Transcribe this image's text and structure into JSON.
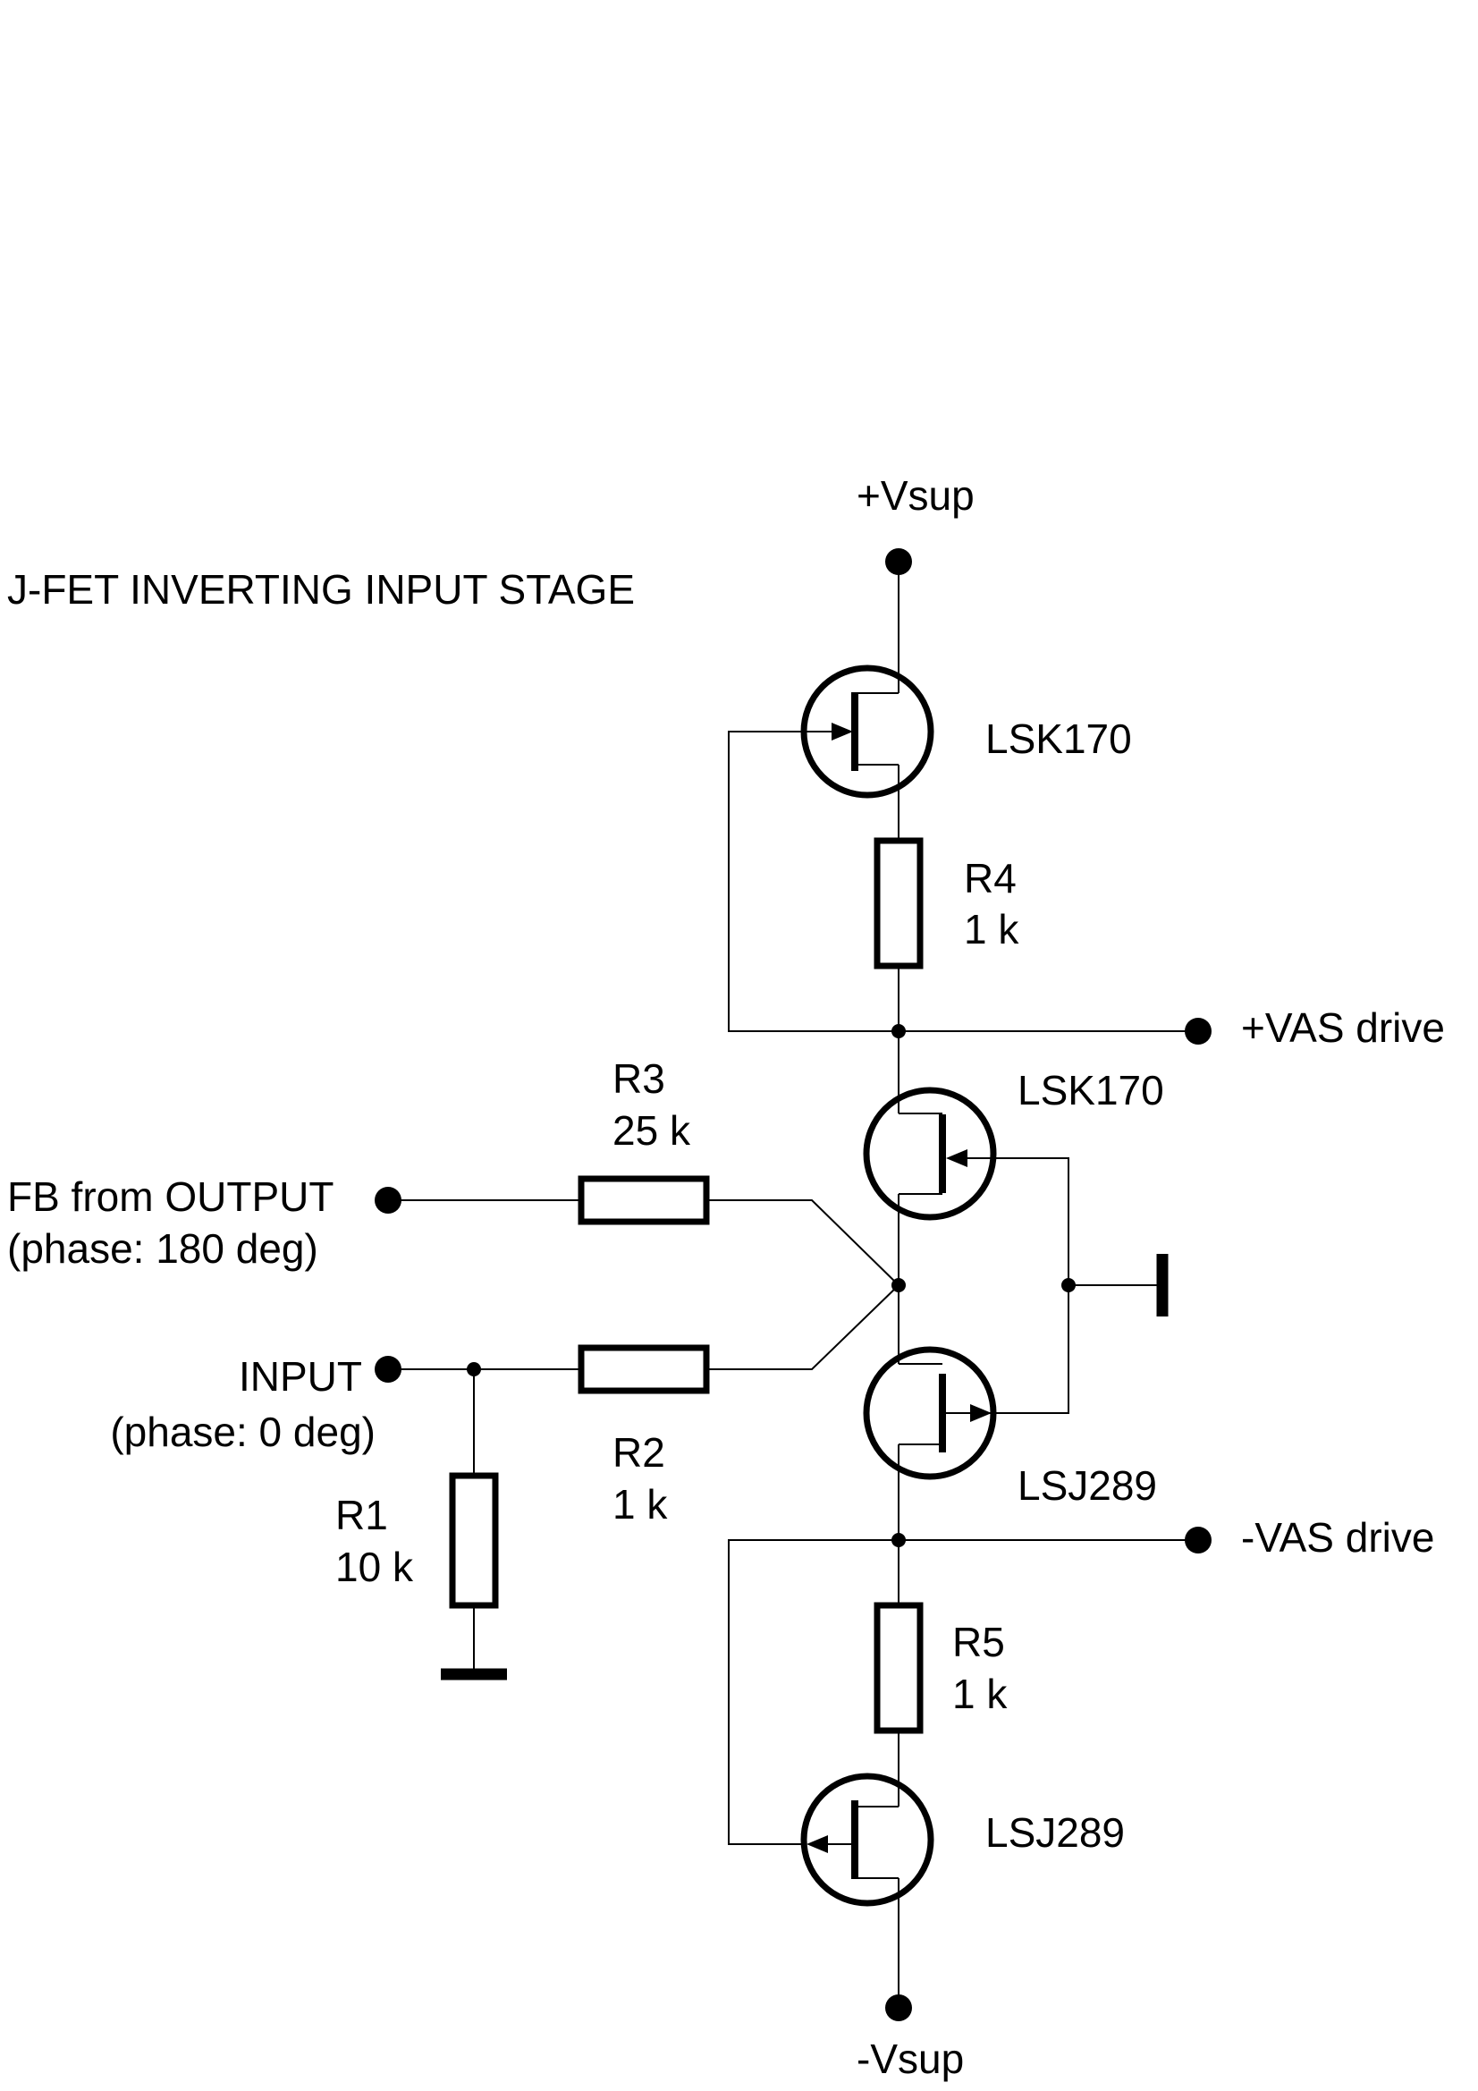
{
  "title": "J-FET INVERTING INPUT STAGE",
  "rails": {
    "vsup_pos": "+Vsup",
    "vsup_neg": "-Vsup"
  },
  "outputs": {
    "vas_pos": "+VAS drive",
    "vas_neg": "-VAS drive"
  },
  "inputs": {
    "fb_line1": "FB from OUTPUT",
    "fb_line2": "(phase: 180 deg)",
    "in_line1": "INPUT",
    "in_line2": "(phase: 0 deg)"
  },
  "transistors": {
    "q1": "LSK170",
    "q2": "LSK170",
    "q3": "LSJ289",
    "q4": "LSJ289"
  },
  "resistors": {
    "r1": {
      "name": "R1",
      "value": "10 k"
    },
    "r2": {
      "name": "R2",
      "value": "1 k"
    },
    "r3": {
      "name": "R3",
      "value": "25 k"
    },
    "r4": {
      "name": "R4",
      "value": "1 k"
    },
    "r5": {
      "name": "R5",
      "value": "1 k"
    }
  }
}
